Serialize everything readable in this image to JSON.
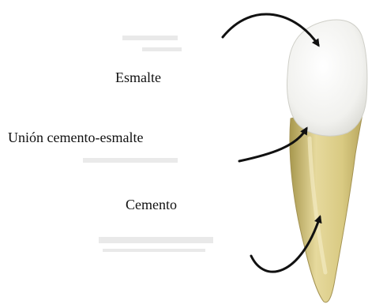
{
  "labels": {
    "enamel": "Esmalte",
    "cej": "Unión cemento-esmalte",
    "cementum": "Cemento"
  },
  "colors": {
    "enamel": "#f4f4f1",
    "root": "#dccd86",
    "root_shadow": "#b9a863",
    "arrow": "#111111",
    "ghost_text": "#d8d8d8"
  }
}
